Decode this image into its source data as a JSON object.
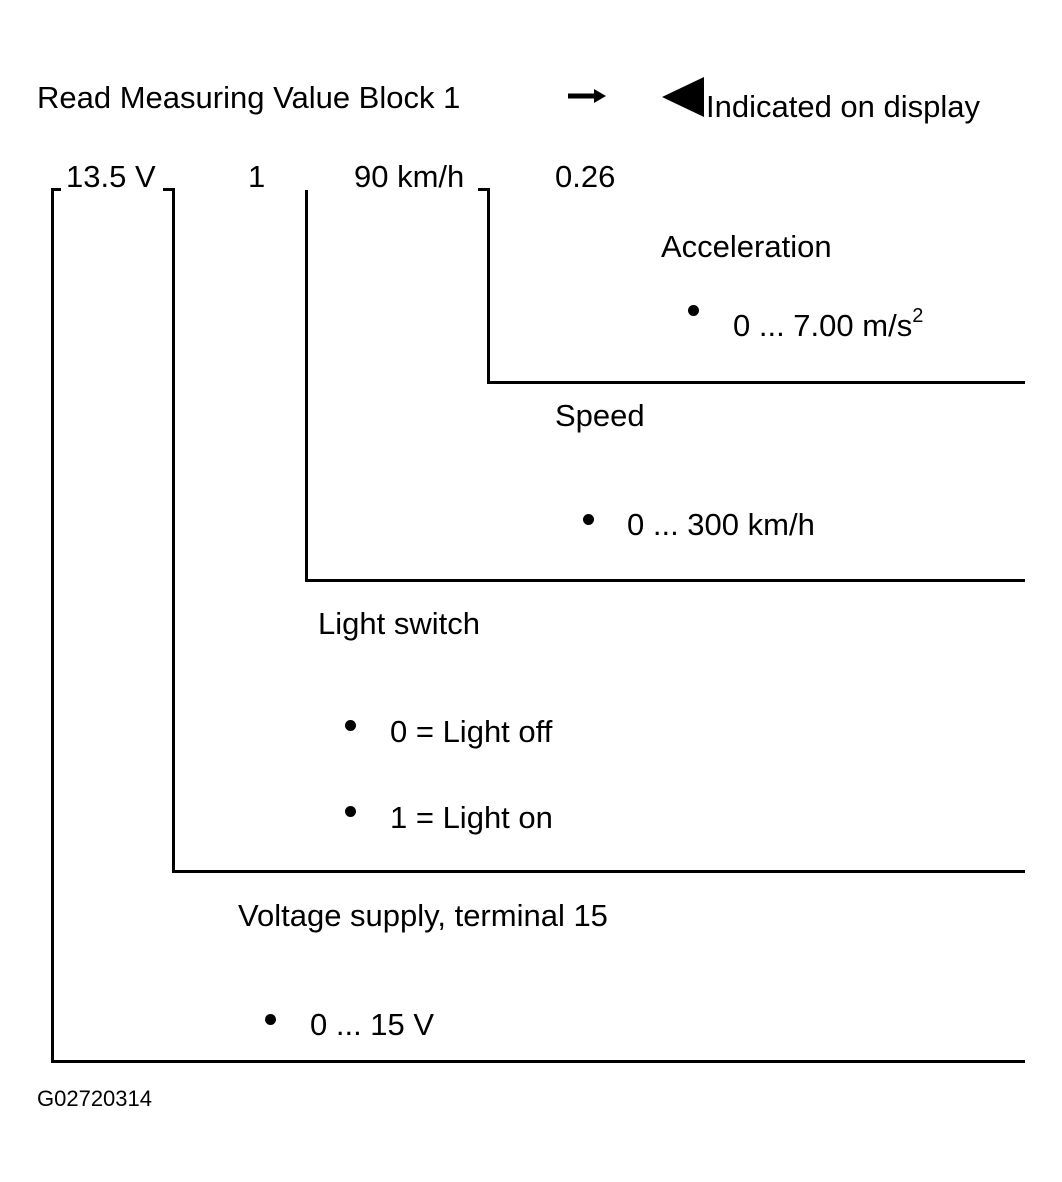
{
  "header": {
    "title": "Read Measuring Value Block 1",
    "indicated_label": "Indicated on display",
    "arrow_icon": "right-arrow-icon",
    "pointer_icon": "left-triangle-icon"
  },
  "display_values": {
    "voltage": "13.5 V",
    "light_switch": "1",
    "speed": "90 km/h",
    "acceleration": "0.26"
  },
  "fields": {
    "acceleration": {
      "label": "Acceleration",
      "range_prefix": "0 ... 7.00 m/s",
      "range_superscript": "2"
    },
    "speed": {
      "label": "Speed",
      "range": "0 ... 300 km/h"
    },
    "light_switch": {
      "label": "Light switch",
      "option_off": "0 = Light off",
      "option_on": "1 = Light on"
    },
    "voltage": {
      "label": "Voltage supply, terminal 15",
      "range": "0 ... 15 V"
    }
  },
  "figure_id": "G02720314"
}
